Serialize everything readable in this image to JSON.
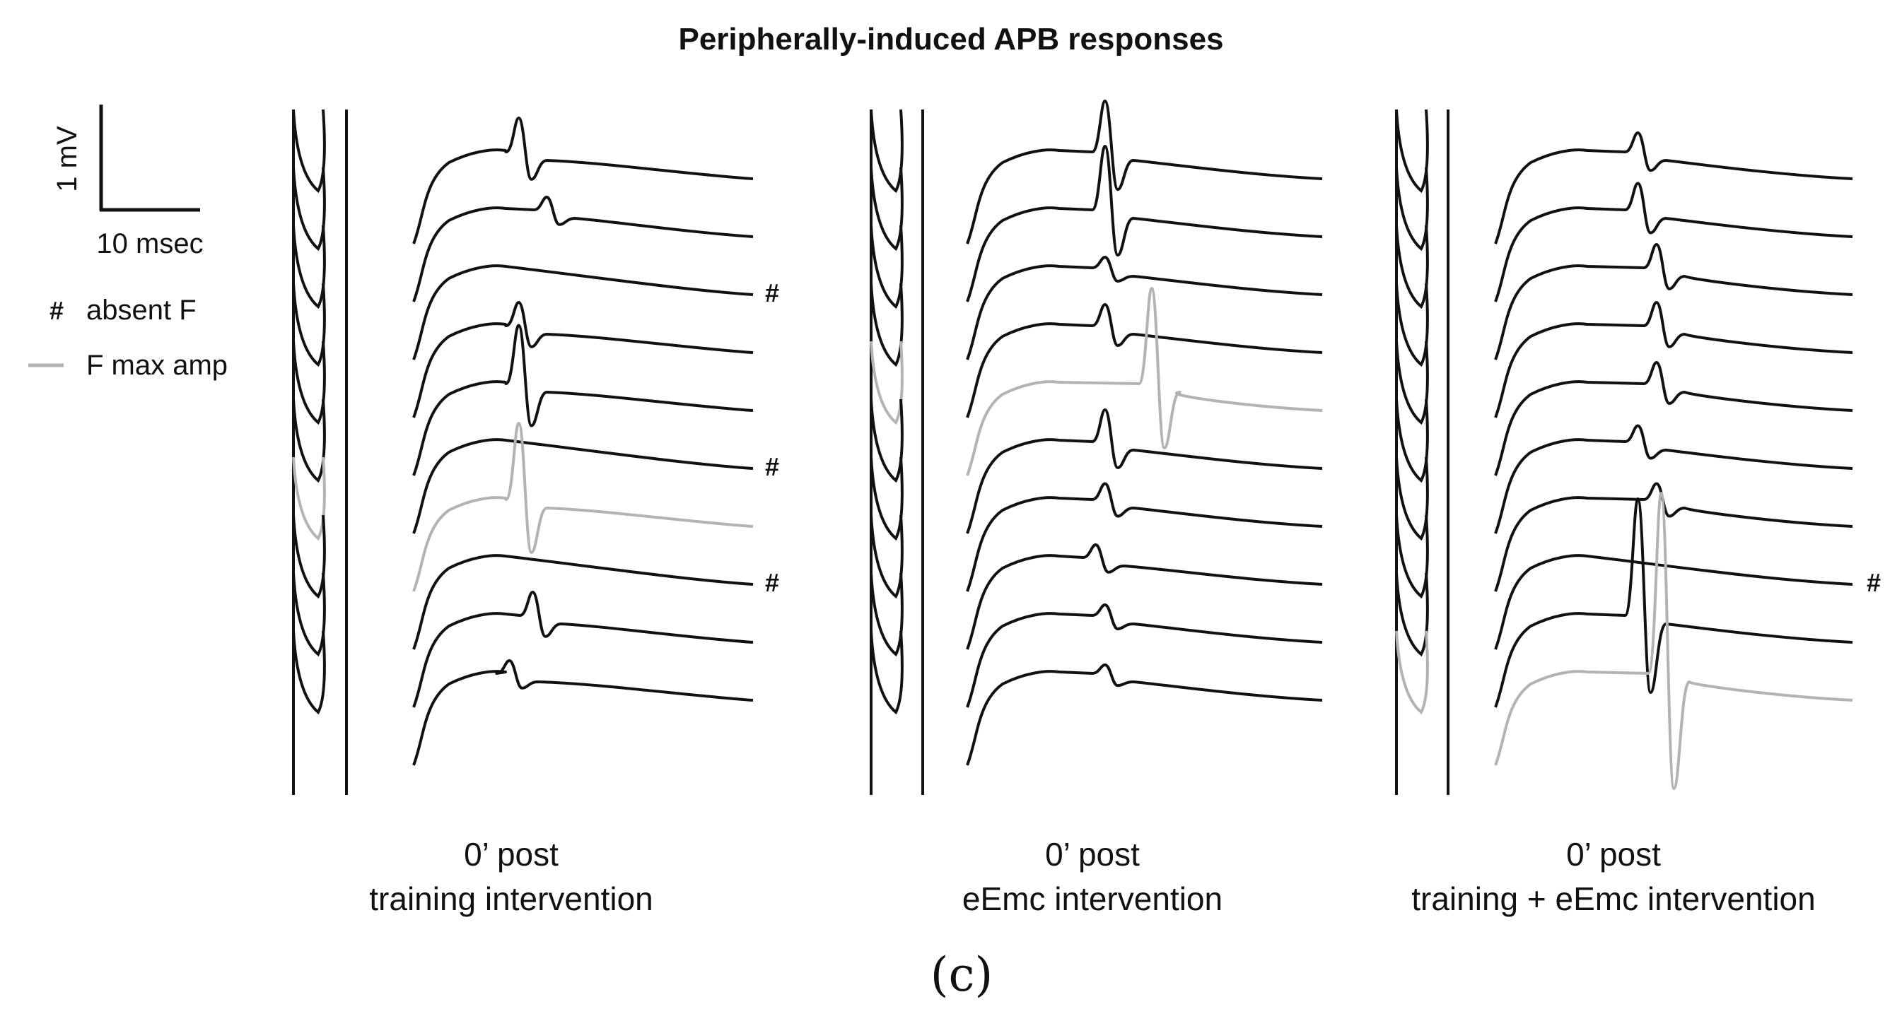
{
  "chart_data": {
    "type": "line",
    "title": "Peripherally-induced APB responses",
    "scale_bar": {
      "amplitude_label": "1 mV",
      "time_label": "10 msec",
      "amplitude_mv": 1,
      "time_ms": 10
    },
    "legend": [
      {
        "symbol": "#",
        "label": "absent F"
      },
      {
        "symbol": "line",
        "color": "#b3b3b3",
        "label": "F max amp"
      }
    ],
    "colors": {
      "trace": "#111111",
      "fmax": "#b3b3b3"
    },
    "panels": [
      {
        "caption_line1": "0’ post",
        "caption_line2": "training intervention",
        "traces": [
          {
            "f_amp_mv": 0.32,
            "f_latency_ms": 10.5,
            "absent_f": false,
            "fmax": false
          },
          {
            "f_amp_mv": 0.12,
            "f_latency_ms": 13.5,
            "absent_f": false,
            "fmax": false
          },
          {
            "f_amp_mv": 0.0,
            "f_latency_ms": 0,
            "absent_f": true,
            "fmax": false
          },
          {
            "f_amp_mv": 0.22,
            "f_latency_ms": 10.5,
            "absent_f": false,
            "fmax": false
          },
          {
            "f_amp_mv": 0.55,
            "f_latency_ms": 10.5,
            "absent_f": false,
            "fmax": false
          },
          {
            "f_amp_mv": 0.0,
            "f_latency_ms": 0,
            "absent_f": true,
            "fmax": false
          },
          {
            "f_amp_mv": 0.72,
            "f_latency_ms": 10.5,
            "absent_f": false,
            "fmax": true
          },
          {
            "f_amp_mv": 0.0,
            "f_latency_ms": 0,
            "absent_f": true,
            "fmax": false
          },
          {
            "f_amp_mv": 0.22,
            "f_latency_ms": 12.0,
            "absent_f": false,
            "fmax": false
          },
          {
            "f_amp_mv": 0.12,
            "f_latency_ms": 9.5,
            "absent_f": false,
            "fmax": false
          }
        ]
      },
      {
        "caption_line1": "0’ post",
        "caption_line2": "eEmc intervention",
        "traces": [
          {
            "f_amp_mv": 0.48,
            "f_latency_ms": 14.0,
            "absent_f": false,
            "fmax": false
          },
          {
            "f_amp_mv": 0.6,
            "f_latency_ms": 14.0,
            "absent_f": false,
            "fmax": false
          },
          {
            "f_amp_mv": 0.1,
            "f_latency_ms": 14.0,
            "absent_f": false,
            "fmax": false
          },
          {
            "f_amp_mv": 0.2,
            "f_latency_ms": 14.0,
            "absent_f": false,
            "fmax": false
          },
          {
            "f_amp_mv": 0.9,
            "f_latency_ms": 19.0,
            "absent_f": false,
            "fmax": true
          },
          {
            "f_amp_mv": 0.3,
            "f_latency_ms": 14.0,
            "absent_f": false,
            "fmax": false
          },
          {
            "f_amp_mv": 0.15,
            "f_latency_ms": 14.0,
            "absent_f": false,
            "fmax": false
          },
          {
            "f_amp_mv": 0.12,
            "f_latency_ms": 13.0,
            "absent_f": false,
            "fmax": false
          },
          {
            "f_amp_mv": 0.1,
            "f_latency_ms": 14.0,
            "absent_f": false,
            "fmax": false
          },
          {
            "f_amp_mv": 0.08,
            "f_latency_ms": 14.0,
            "absent_f": false,
            "fmax": false
          }
        ]
      },
      {
        "caption_line1": "0’ post",
        "caption_line2": "training + eEmc intervention",
        "traces": [
          {
            "f_amp_mv": 0.18,
            "f_latency_ms": 14.5,
            "absent_f": false,
            "fmax": false
          },
          {
            "f_amp_mv": 0.25,
            "f_latency_ms": 14.5,
            "absent_f": false,
            "fmax": false
          },
          {
            "f_amp_mv": 0.22,
            "f_latency_ms": 16.5,
            "absent_f": false,
            "fmax": false
          },
          {
            "f_amp_mv": 0.22,
            "f_latency_ms": 16.5,
            "absent_f": false,
            "fmax": false
          },
          {
            "f_amp_mv": 0.2,
            "f_latency_ms": 16.5,
            "absent_f": false,
            "fmax": false
          },
          {
            "f_amp_mv": 0.15,
            "f_latency_ms": 14.5,
            "absent_f": false,
            "fmax": false
          },
          {
            "f_amp_mv": 0.15,
            "f_latency_ms": 16.5,
            "absent_f": false,
            "fmax": false
          },
          {
            "f_amp_mv": 0.0,
            "f_latency_ms": 0,
            "absent_f": true,
            "fmax": false
          },
          {
            "f_amp_mv": 1.1,
            "f_latency_ms": 14.5,
            "absent_f": false,
            "fmax": false
          },
          {
            "f_amp_mv": 1.7,
            "f_latency_ms": 17.0,
            "absent_f": false,
            "fmax": true
          }
        ]
      }
    ]
  },
  "panel_label": "(c)"
}
